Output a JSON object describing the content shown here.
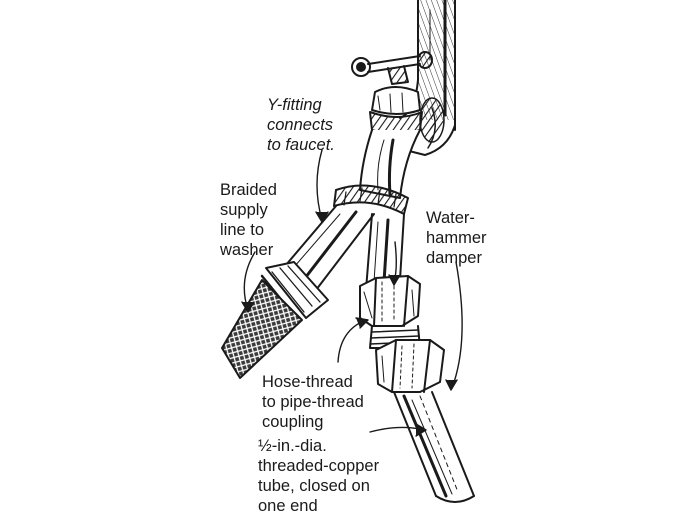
{
  "labels": {
    "y_fitting": "Y-fitting\nconnects\nto faucet.",
    "braided": "Braided\nsupply\nline to\nwasher",
    "water_hammer": "Water-\nhammer\ndamper",
    "hose_thread": "Hose-thread\nto pipe-thread\ncoupling",
    "copper_tube": "½-in.-dia.\nthreaded-copper\ntube, closed on\none end"
  },
  "colors": {
    "ink": "#1a1a1a",
    "paper": "#ffffff"
  }
}
